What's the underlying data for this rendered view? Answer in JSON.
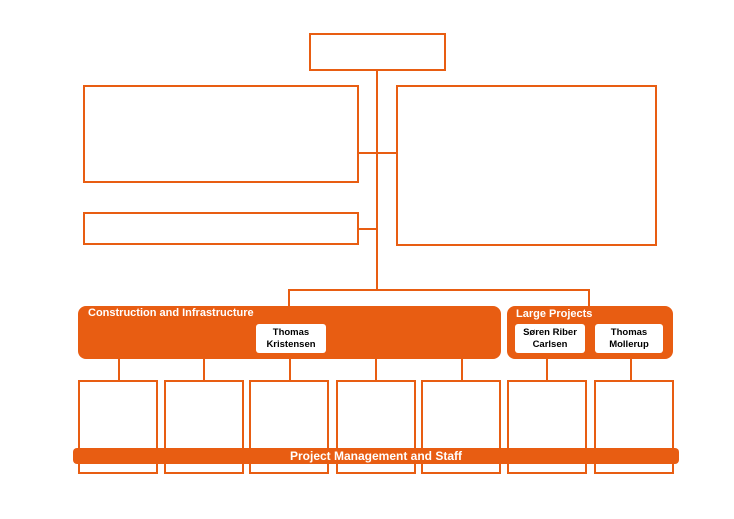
{
  "colors": {
    "accent": "#e85d12",
    "box_fill": "#ffffff",
    "card_text": "#000000",
    "panel_text": "#ffffff"
  },
  "divisions": {
    "construction": {
      "title": "Construction and Infrastructure",
      "lead": "Thomas\nKristensen"
    },
    "large_projects": {
      "title": "Large Projects",
      "leads": [
        "Søren Riber\nCarlsen",
        "Thomas\nMollerup"
      ]
    }
  },
  "bottom_bar": {
    "label": "Project Management and Staff"
  }
}
